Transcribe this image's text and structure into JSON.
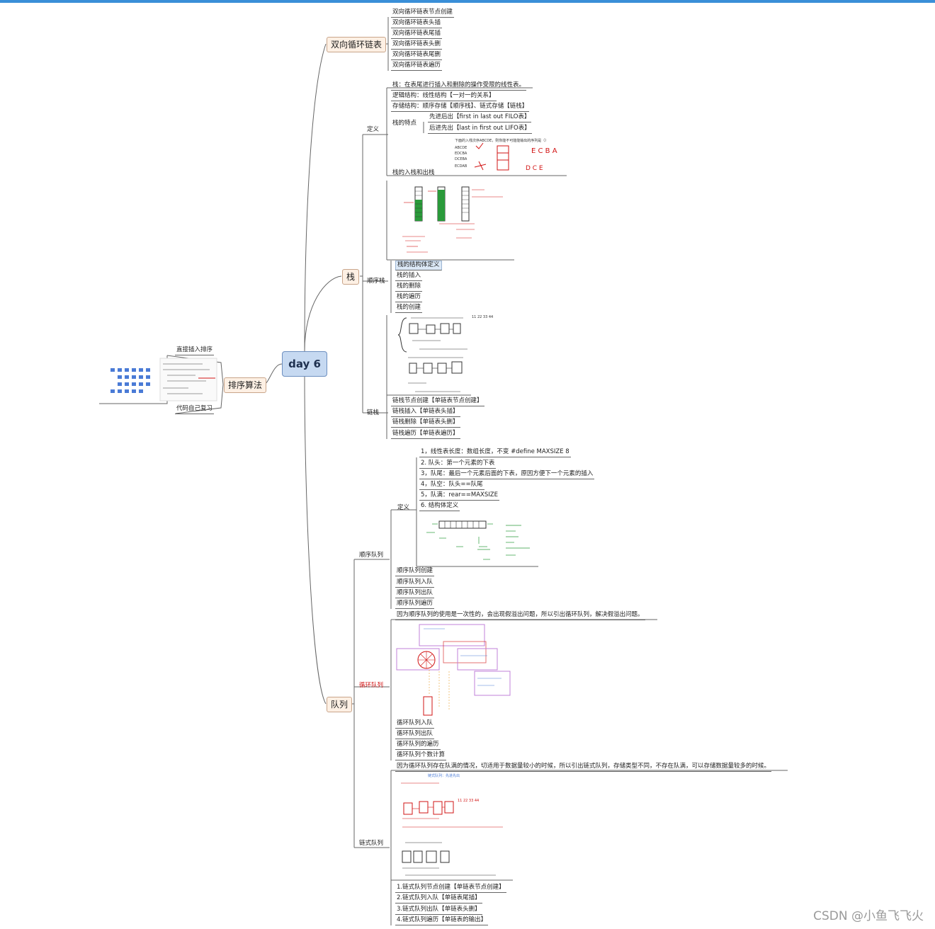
{
  "root": "day 6",
  "sort": {
    "label": "排序算法",
    "items": [
      "直接插入排序",
      "代码自己复习"
    ]
  },
  "dlist": {
    "label": "双向循环链表",
    "items": [
      "双向循环链表节点创建",
      "双向循环链表头插",
      "双向循环链表尾插",
      "双向循环链表头删",
      "双向循环链表尾删",
      "双向循环链表遍历"
    ]
  },
  "stack": {
    "label": "栈",
    "intro": "栈：在表尾进行插入和删除的操作受限的线性表。",
    "def_label": "定义",
    "def_items": [
      "逻辑结构：线性结构【一对一的关系】",
      "存储结构：顺序存储【顺序栈】、链式存储【链栈】"
    ],
    "trait_label": "栈的特点",
    "traits": [
      "先进后出【first in last out FILO表】",
      "后进先出【last in first out LIFO表】"
    ],
    "inout_label": "栈的入栈和出栈",
    "seq_label": "顺序栈",
    "seq_items": [
      "栈的结构体定义",
      "栈的插入",
      "栈的删除",
      "栈的遍历",
      "栈的创建"
    ],
    "link_label": "链栈",
    "link_items": [
      "链栈节点创建【单链表节点创建】",
      "链栈插入【单链表头插】",
      "链栈删除【单链表头删】",
      "链栈遍历【单链表遍历】"
    ],
    "sketch_title": "下面的入栈次序ABCDE，则你能不可能能输出的序列是（）",
    "sketch_options": [
      "ABCDE",
      "EDCBA",
      "DCEBA",
      "ECDAB"
    ],
    "sketch_marks": [
      "E C B A",
      "D C E"
    ],
    "chain_nums": "11 22 33 44"
  },
  "queue": {
    "label": "队列",
    "seq_label": "顺序队列",
    "def_label": "定义",
    "def_items": [
      "1，线性表长度：数组长度，不变 #define MAXSIZE 8",
      "2. 队头：第一个元素的下表",
      "3，队尾：最后一个元素后面的下表，原因方便下一个元素的插入",
      "4，队空：队头==队尾",
      "5，队满：rear==MAXSIZE",
      "6. 结构体定义"
    ],
    "seq_items": [
      "顺序队列创建",
      "顺序队列入队",
      "顺序队列出队",
      "顺序队列遍历"
    ],
    "circ_label": "循环队列",
    "circ_intro": "因为顺序队列的使用是一次性的，会出现假溢出问题，所以引出循环队列，解决假溢出问题。",
    "circ_items": [
      "循环队列入队",
      "循环队列出队",
      "循环队列的遍历",
      "循环队列个数计算"
    ],
    "link_label": "链式队列",
    "link_intro": "因为循环队列存在队满的情况，切适用于数据量较小的时候，所以引出链式队列，存储类型不同，不存在队满，可以存储数据量较多的时候。",
    "link_items": [
      "1.链式队列节点创建【单链表节点创建】",
      "2.链式队列入队【单链表尾插】",
      "3.链式队列出队【单链表头删】",
      "4.链式队列遍历【单链表的输出】"
    ],
    "link_sketch_title": "链式队列：先进先出",
    "link_nums": "11 22 33 44"
  },
  "watermark": "CSDN @小鱼飞飞火",
  "colors": {
    "topbar": "#3a8fd8",
    "root_fill": "#c6d9f1",
    "branch_fill": "#fdf0e4",
    "sketch_red": "#d21414",
    "sketch_green": "#2a9a3a"
  }
}
